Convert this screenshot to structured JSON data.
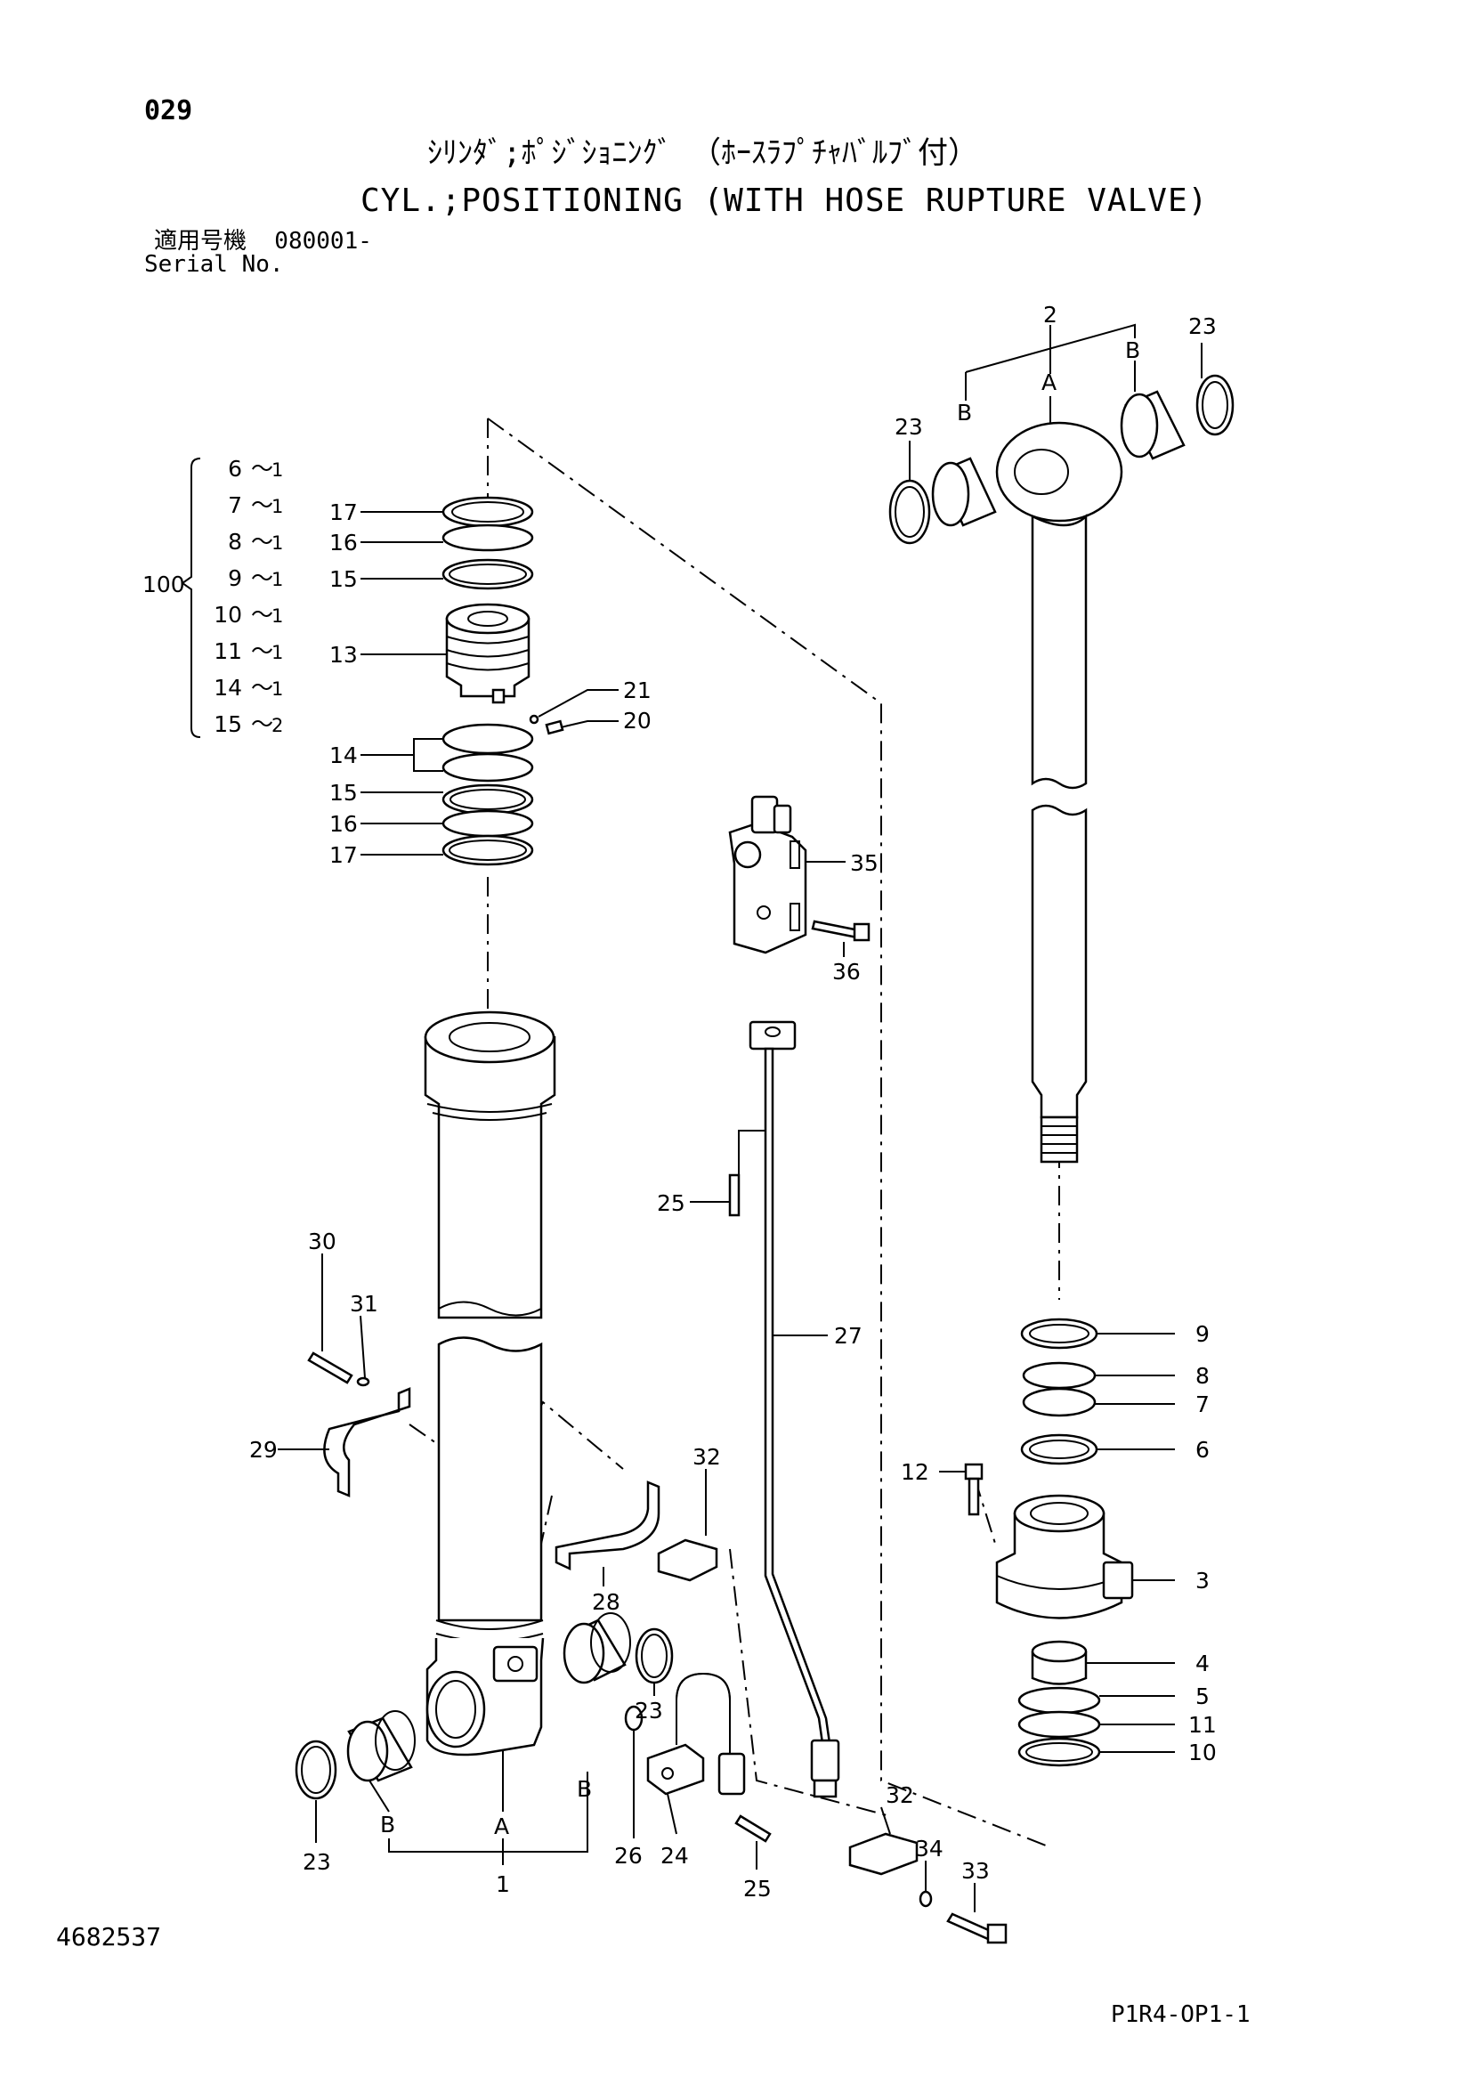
{
  "header": {
    "page_number": "029",
    "title_jp": "ｼﾘﾝﾀﾞ;ﾎﾟｼﾞｼｮﾆﾝｸﾞ （ﾎｰｽﾗﾌﾟﾁｬﾊﾞﾙﾌﾞ付）",
    "title_en": "CYL.;POSITIONING (WITH HOSE RUPTURE VALVE)",
    "serial_label_jp": "適用号機  080001-",
    "serial_label_en": "Serial No."
  },
  "footer": {
    "doc_id": "4682537",
    "page_code": "P1R4-OP1-1"
  },
  "kit": {
    "number": "100",
    "items": [
      {
        "part": "6",
        "qty": "1"
      },
      {
        "part": "7",
        "qty": "1"
      },
      {
        "part": "8",
        "qty": "1"
      },
      {
        "part": "9",
        "qty": "1"
      },
      {
        "part": "10",
        "qty": "1"
      },
      {
        "part": "11",
        "qty": "1"
      },
      {
        "part": "14",
        "qty": "1"
      },
      {
        "part": "15",
        "qty": "2"
      }
    ]
  },
  "callouts": {
    "c1": "1",
    "c2": "2",
    "c3": "3",
    "c4": "4",
    "c5": "5",
    "c6": "6",
    "c7": "7",
    "c8": "8",
    "c9": "9",
    "c10": "10",
    "c11": "11",
    "c12": "12",
    "c13": "13",
    "c14": "14",
    "c15a": "15",
    "c15b": "15",
    "c16a": "16",
    "c16b": "16",
    "c17a": "17",
    "c17b": "17",
    "c20": "20",
    "c21": "21",
    "c23a": "23",
    "c23b": "23",
    "c23c": "23",
    "c23d": "23",
    "c24": "24",
    "c25a": "25",
    "c25b": "25",
    "c26": "26",
    "c27": "27",
    "c28": "28",
    "c29": "29",
    "c30": "30",
    "c31": "31",
    "c32a": "32",
    "c32b": "32",
    "c33": "33",
    "c34": "34",
    "c35": "35",
    "c36": "36",
    "rodA": "A",
    "rodB1": "B",
    "rodB2": "B",
    "tubeA": "A",
    "tubeB1": "B",
    "tubeB2": "B"
  }
}
